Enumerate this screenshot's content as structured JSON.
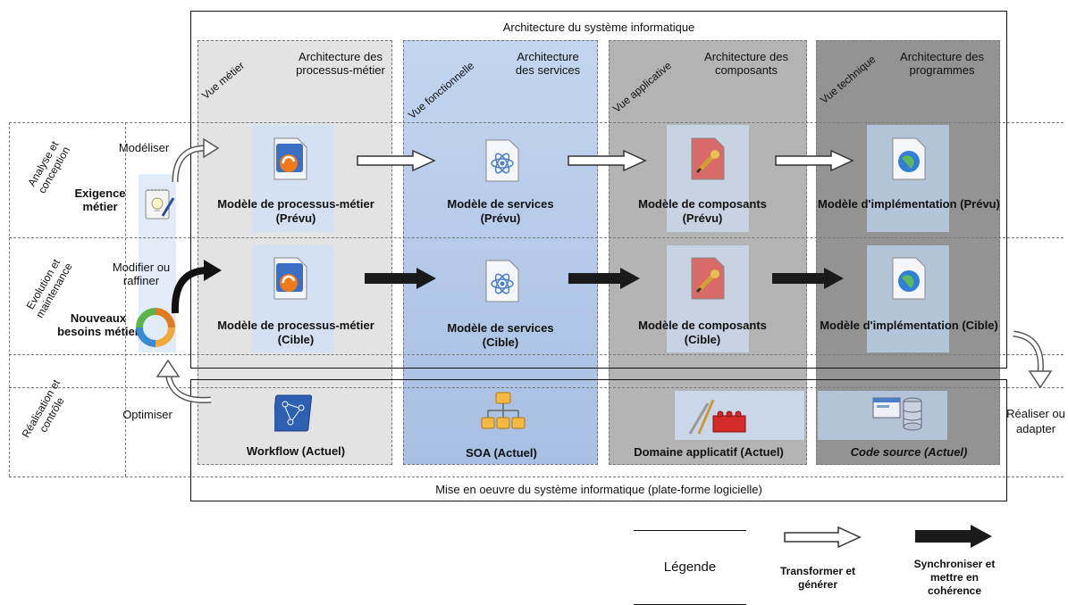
{
  "main": {
    "title": "Architecture du système informatique",
    "bottom_title": "Mise en oeuvre du système informatique (plate-forme logicielle)"
  },
  "columns": [
    {
      "view": "Vue métier",
      "arch": "Architecture des processus-métier",
      "prevu": "Modèle de processus-métier (Prévu)",
      "cible": "Modèle de processus-métier (Cible)",
      "actuel": "Workflow (Actuel)",
      "color": "#e3e3e3"
    },
    {
      "view": "Vue fonctionnelle",
      "arch": "Architecture des services",
      "prevu": "Modèle de services (Prévu)",
      "cible": "Modèle de services (Cible)",
      "actuel": "SOA (Actuel)",
      "color": "#b4c9e8"
    },
    {
      "view": "Vue applicative",
      "arch": "Architecture des composants",
      "prevu": "Modèle de composants (Prévu)",
      "cible": "Modèle de composants (Cible)",
      "actuel": "Domaine applicatif (Actuel)",
      "color": "#b4b4b4"
    },
    {
      "view": "Vue technique",
      "arch": "Architecture des programmes",
      "prevu": "Modèle d'implémentation (Prévu)",
      "cible": "Modèle d'implémentation (Cible)",
      "actuel": "Code source (Actuel)",
      "color": "#939393"
    }
  ],
  "rows": {
    "row1_label": "Analyse et conception",
    "row2_label": "Evolution et maintenance",
    "row3_label": "Réalisation et contrôle"
  },
  "left": {
    "exigence": "Exigence métier",
    "nouveaux": "Nouveaux besoins métier",
    "modeliser": "Modéliser",
    "modifier": "Modifier ou raffiner",
    "optimiser": "Optimiser"
  },
  "right": {
    "realiser": "Réaliser ou adapter"
  },
  "legend": {
    "title": "Légende",
    "transformer": "Transformer et générer",
    "synchroniser": "Synchroniser et mettre en cohérence"
  }
}
